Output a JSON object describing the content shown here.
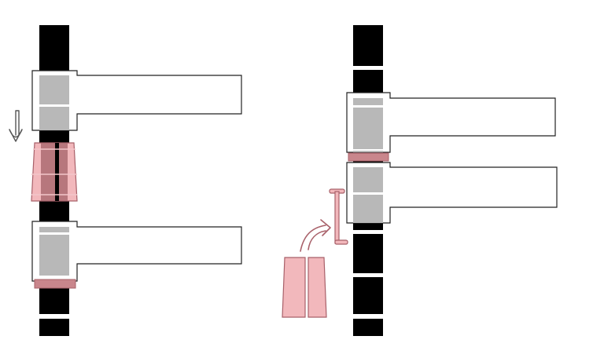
{
  "figure": {
    "panels": [
      {
        "id": "left",
        "elements": [
          "vertical-track",
          "upper-bracket",
          "lower-bracket",
          "pink-sleeve",
          "down-arrow"
        ]
      },
      {
        "id": "right",
        "elements": [
          "vertical-track",
          "upper-bracket",
          "lower-bracket",
          "pink-spacer",
          "split-pink-block",
          "curved-arrow",
          "clip-icon"
        ]
      }
    ]
  },
  "colors": {
    "track": "#000000",
    "gap": "#ffffff",
    "bracket_fill": "#ffffff",
    "bracket_stroke": "#222222",
    "clamp_gray": "#b8b8b8",
    "pink_fill": "#f2b8bc",
    "pink_dark": "#ad6b72",
    "pink_stroke": "#a86069",
    "arrow_stroke": "#555555"
  }
}
